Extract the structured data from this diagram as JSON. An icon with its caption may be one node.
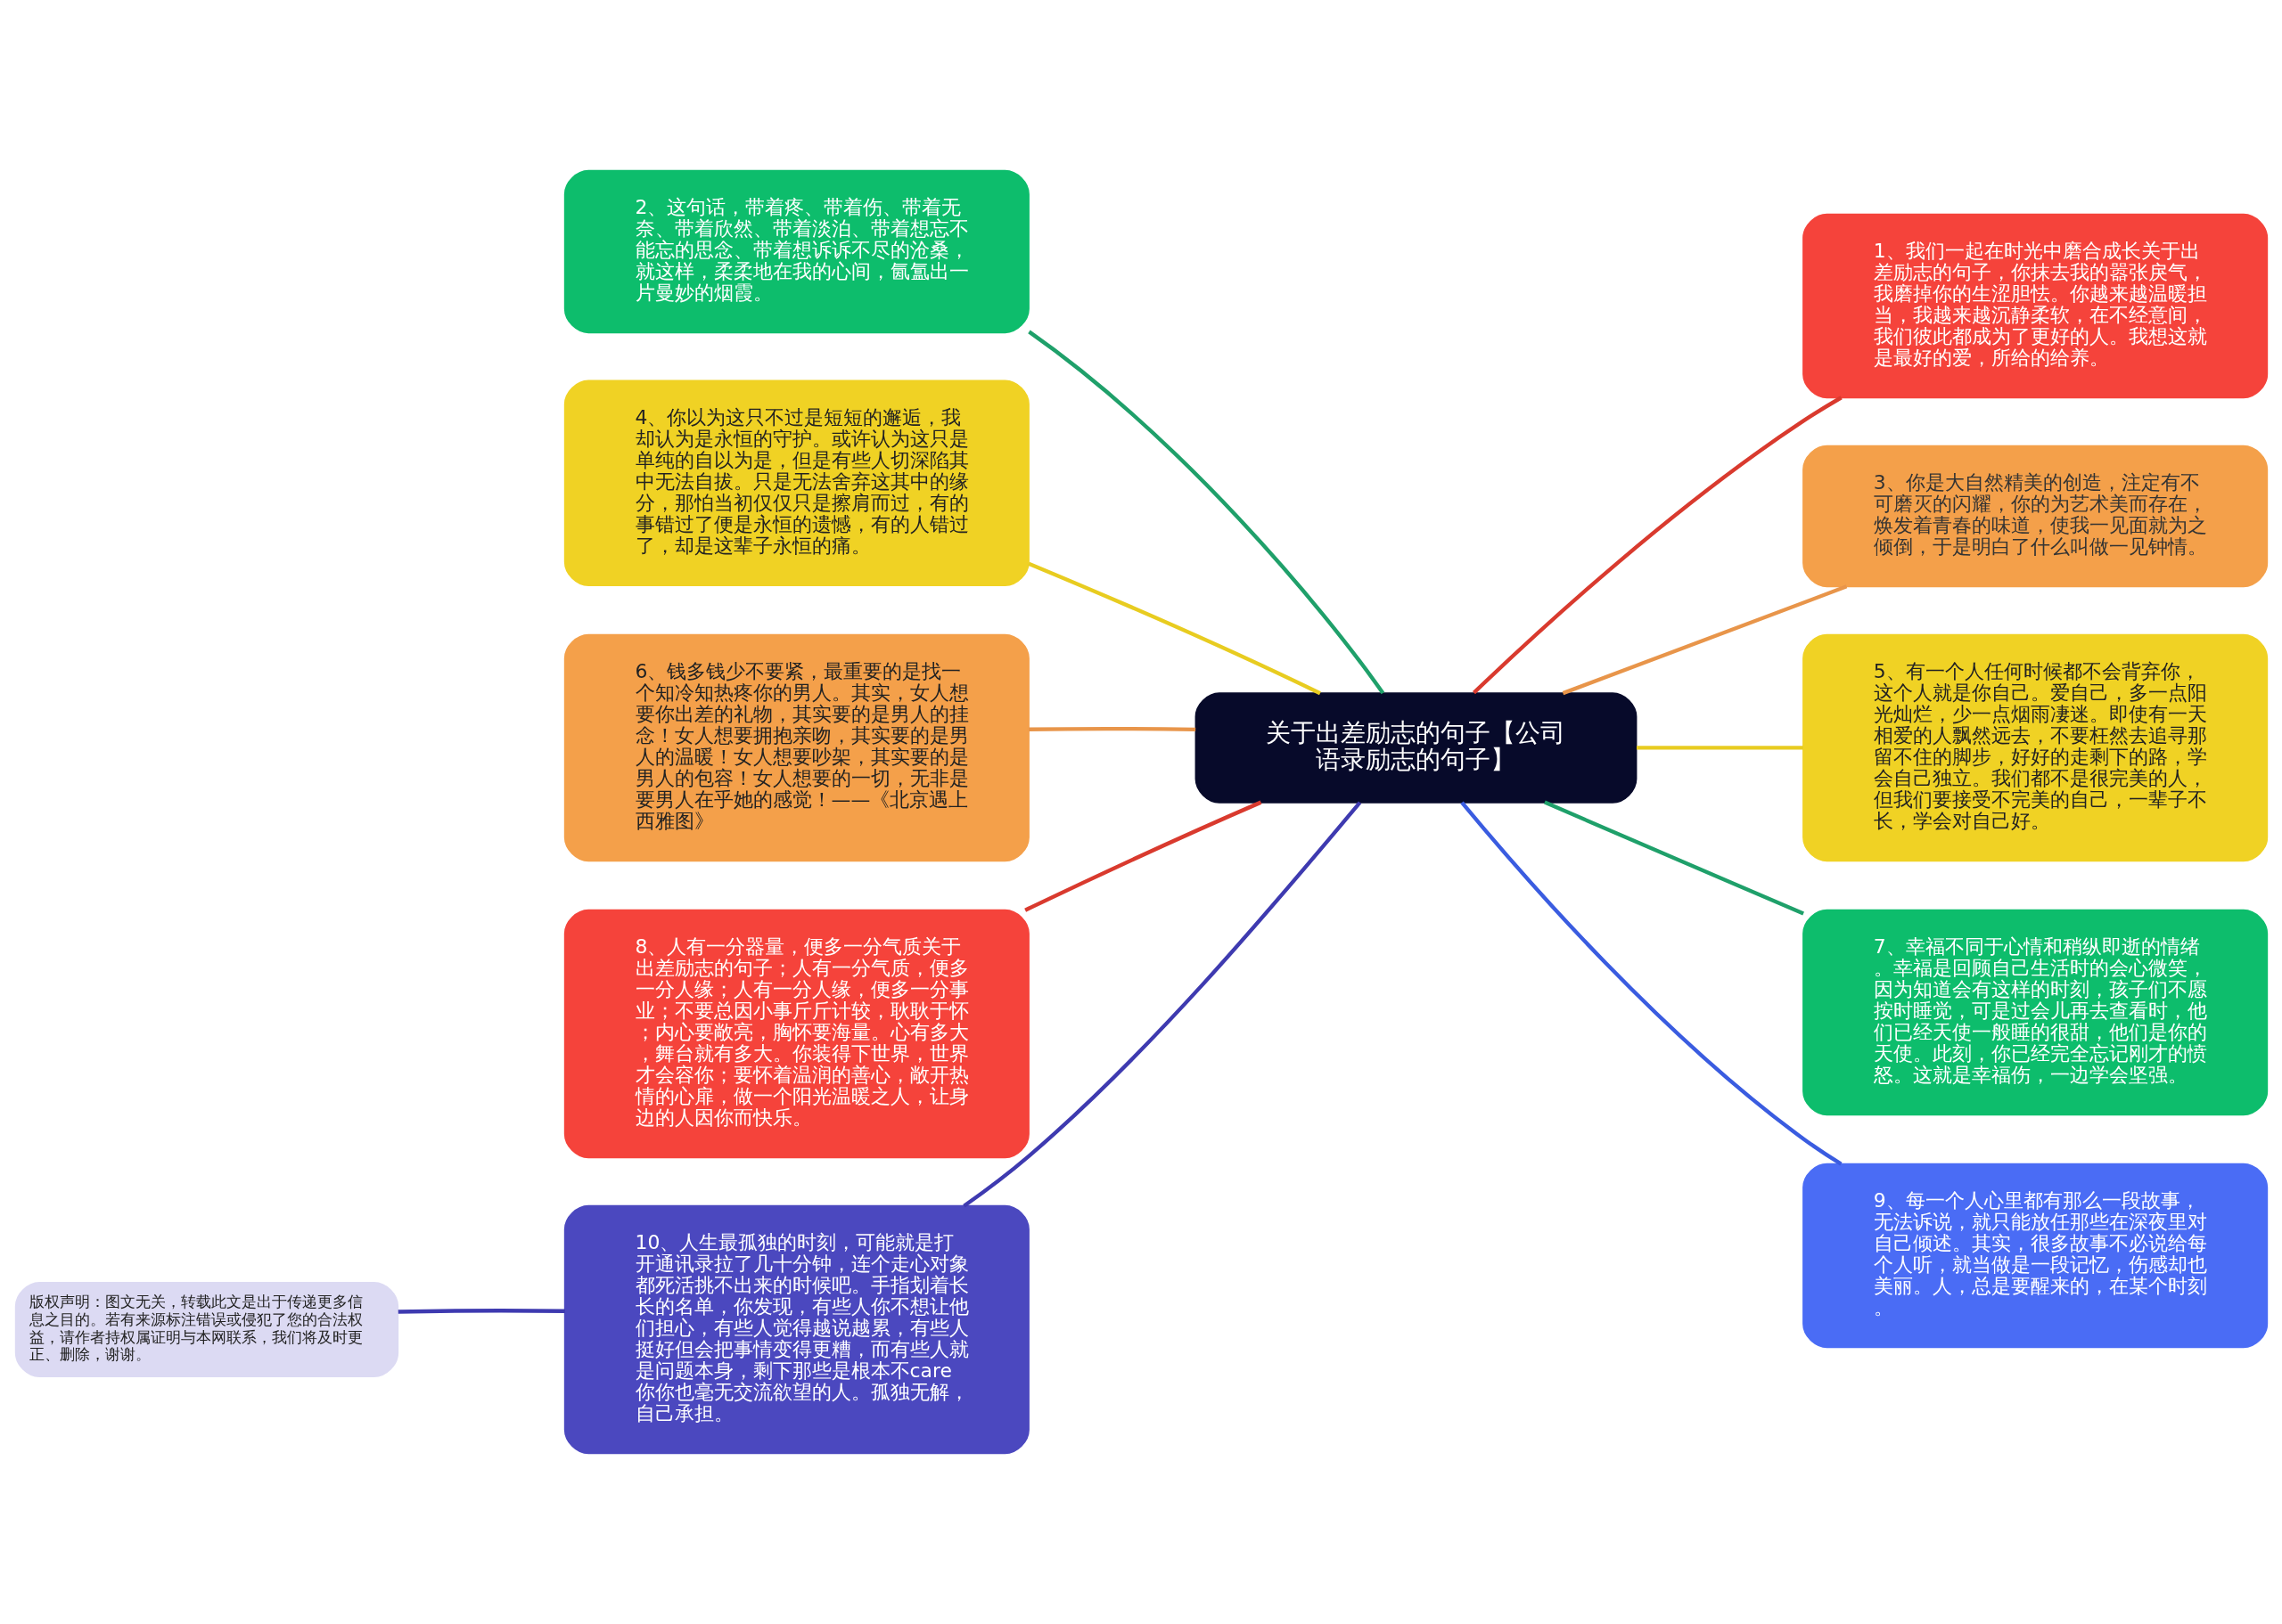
{
  "diagram": {
    "nodes": [
      {
        "text": [
          "关于出差励志的句子【公司语录励志的句子】"
        ]
      },
      {
        "text": [
          "1、我们一起在时光中磨合成长关于出差励志的句子，你抹去我的嚣张戾气，我磨掉你的生涩胆怯。你越来越温暖担当，我越来越沉静柔软，在不经意间，我们彼此都成为了更好的人。我想这就是最好的爱，所给的给养。"
        ]
      },
      {
        "text": [
          "2、这句话，带着疼、带着伤、带着无奈、带着欣然、带着淡泊、带着想忘不能忘的思念、带着想诉诉不尽的沧桑，就这样，柔柔地在我的心间，氤氲出一片曼妙的烟霞。"
        ]
      },
      {
        "text": [
          "3、你是大自然精美的创造，注定有不可磨灭的闪耀，你的为艺术美而存在，焕发着青春的味道，使我一见面就为之倾倒，于是明白了什么叫做一见钟情。"
        ]
      },
      {
        "text": [
          "4、你以为这只不过是短短的邂逅，我却认为是永恒的守护。或许认为这只是单纯的自以为是，但是有些人切深陷其中无法自拔。只是无法舍弃这其中的缘分，那怕当初仅仅只是擦肩而过，有的事错过了便是永恒的遗憾，有的人错过了，却是这辈子永恒的痛。"
        ]
      },
      {
        "text": [
          "5、有一个人任何时候都不会背弃你，这个人就是你自己。爱自己，多一点阳光灿烂，少一点烟雨凄迷。即使有一天相爱的人飘然远去，不要枉然去追寻那留不住的脚步，好好的走剩下的路，学会自己独立。我们都不是很完美的人，但我们要接受不完美的自己，一辈子不长，学会对自己好。"
        ]
      },
      {
        "text": [
          "6、钱多钱少不要紧，最重要的是找一个知冷知热疼你的男人。其实，女人想要你出差的礼物，其实要的是男人的挂念！女人想要拥抱亲吻，其实要的是男人的温暖！女人想要吵架，其实要的是男人的包容！女人想要的一切，无非是要男人在乎她的感觉！——《北京遇上西雅图》"
        ]
      },
      {
        "text": [
          "7、幸福不同于心情和稍纵即逝的情绪。幸福是回顾自己生活时的会心微笑，因为知道会有这样的时刻，孩子们不愿按时睡觉，可是过会儿再去查看时，他们已经天使一般睡的很甜，他们是你的天使。此刻，你已经完全忘记刚才的愤怒。这就是幸福伤，一边学会坚强。"
        ]
      },
      {
        "text": [
          "8、人有一分器量，便多一分气质关于出差励志的句子；人有一分气质，便多一分人缘；人有一分人缘，便多一分事业；不要总因小事斤斤计较，耿耿于怀；内心要敞亮，胸怀要海量。心有多大，舞台就有多大。你装得下世界，世界才会容你；要怀着温润的善心，敞开热情的心扉，做一个阳光温暖之人，让身边的人因你而快乐。"
        ]
      },
      {
        "text": [
          "9、每一个人心里都有那么一段故事，无法诉说，就只能放任那些在深夜里对自己倾述。其实，很多故事不必说给每个人听，就当做是一段记忆，伤感却也美丽。人，总是要醒来的，在某个时刻。"
        ]
      },
      {
        "text": [
          "10、人生最孤独的时刻，可能就是打开通讯录拉了几十分钟，连个走心对象都死活挑不出来的时候吧。手指划着长长的名单，你发现，有些人你不想让他们担心，有些人觉得越说越累，有些人挺好但会把事情变得更糟，而有些人就是问题本身，剩下那些是根本不care你你也毫无交流欲望的人。孤独无解，自己承担。"
        ]
      },
      {
        "text": [
          "版权声明：图文无关，转载此文是出于传递更多信息之目的。若有来源标注错误或侵犯了您的合法权益，请作者持权属证明与本网联系，我们将及时更正、删除，谢谢。"
        ]
      }
    ],
    "edges": [
      {
        "from": 0,
        "to": 1,
        "arrow": "none",
        "color": "#d93a2e"
      },
      {
        "from": 0,
        "to": 2,
        "arrow": "none",
        "color": "#1fa06a"
      },
      {
        "from": 0,
        "to": 3,
        "arrow": "none",
        "color": "#e8954a"
      },
      {
        "from": 0,
        "to": 4,
        "arrow": "none",
        "color": "#e8cc20"
      },
      {
        "from": 0,
        "to": 5,
        "arrow": "none",
        "color": "#e8cc20"
      },
      {
        "from": 0,
        "to": 6,
        "arrow": "none",
        "color": "#e8954a"
      },
      {
        "from": 0,
        "to": 7,
        "arrow": "none",
        "color": "#1fa06a"
      },
      {
        "from": 0,
        "to": 8,
        "arrow": "none",
        "color": "#d93a2e"
      },
      {
        "from": 0,
        "to": 9,
        "arrow": "none",
        "color": "#3a5ce0"
      },
      {
        "from": 0,
        "to": 10,
        "arrow": "none",
        "color": "#3e3ab0"
      },
      {
        "from": 10,
        "to": 11,
        "arrow": "none",
        "color": "#3e3ab0"
      }
    ]
  }
}
